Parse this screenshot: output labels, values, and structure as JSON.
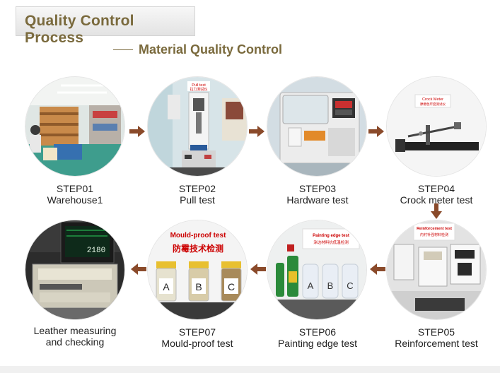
{
  "header": {
    "title": "Quality Control Process",
    "subtitle": "Material Quality Control"
  },
  "steps": [
    {
      "step": "STEP01",
      "name": "Warehouse1"
    },
    {
      "step": "STEP02",
      "name": "Pull test"
    },
    {
      "step": "STEP03",
      "name": "Hardware test"
    },
    {
      "step": "STEP04",
      "name": "Crock meter test"
    },
    {
      "step": "STEP05",
      "name": "Reinforcement test"
    },
    {
      "step": "STEP06",
      "name": "Painting edge test"
    },
    {
      "step": "STEP07",
      "name": "Mould-proof test"
    },
    {
      "step": "",
      "name": "Leather measuring and checking"
    }
  ],
  "image_labels": {
    "pull_test_en": "Pull test",
    "pull_test_cn": "拉力测试仪",
    "crock_meter_en": "Crock Meter",
    "crock_meter_cn": "摩擦色牢度测试仪",
    "reinforcement_en": "Reinforcement test",
    "reinforcement_cn": "内衬补强材料检测",
    "painting_en": "Painting edge test",
    "painting_cn": "涂边材料抗低温检测",
    "mould_en": "Mould-proof test",
    "mould_cn": "防霉技术检测",
    "jar_a": "A",
    "jar_b": "B",
    "jar_c": "C",
    "display_value": "2180"
  },
  "colors": {
    "title_text": "#7a6a3d",
    "arrow": "#8a4a2a"
  }
}
